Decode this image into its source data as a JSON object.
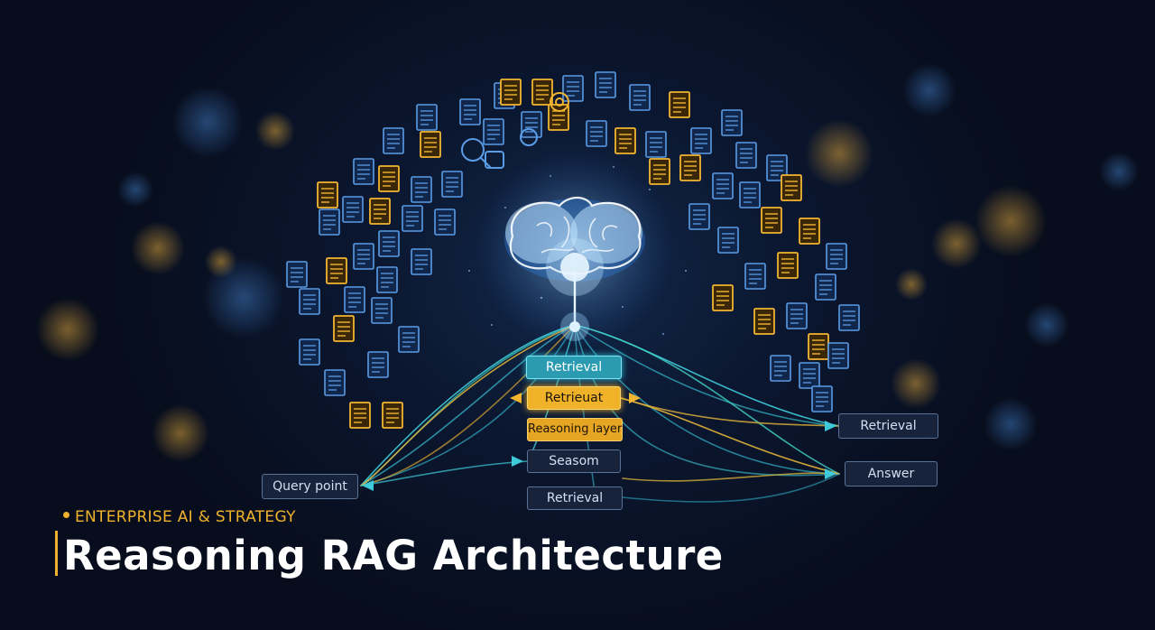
{
  "labels": {
    "retrieval_top": "Retrieval",
    "retrieval_out": "Retrieuat",
    "reasoning_layer": "Reasoning layer",
    "seasom": "Seasom",
    "retrieval_bottom": "Retrieval",
    "retrieval_right": "Retrieval",
    "answer": "Answer",
    "query_point": "Query point"
  },
  "hero": {
    "eyebrow": "ENTERPRISE AI & STRATEGY",
    "title": "Reasoning RAG Architecture"
  },
  "colors": {
    "background": "#070d1c",
    "accent_gold": "#f0b22c",
    "accent_cyan": "#2fc3dc",
    "doc_blue": "#4f8fd8"
  },
  "icons": [
    "document-icon",
    "brain-icon",
    "magnifier-icon",
    "gear-icon"
  ]
}
